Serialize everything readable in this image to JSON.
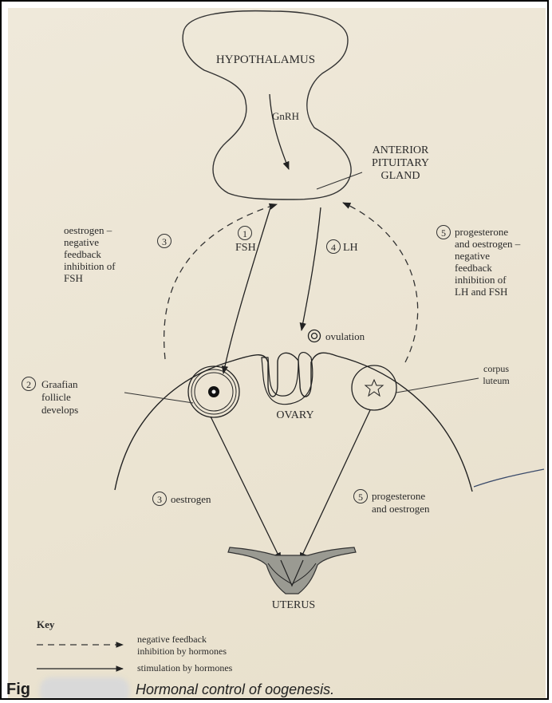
{
  "diagram": {
    "hypothalamus": "HYPOTHALAMUS",
    "gnrh": "GnRH",
    "anterior_pituitary": [
      "ANTERIOR",
      "PITUITARY",
      "GLAND"
    ],
    "steps": {
      "fsh": {
        "number": "1",
        "label": "FSH"
      },
      "graafian": {
        "number": "2",
        "label": [
          "Graafian",
          "follicle",
          "develops"
        ]
      },
      "oestrogen_feedback": {
        "number": "3",
        "label": [
          "oestrogen –",
          "negative",
          "feedback",
          "inhibition of",
          "FSH"
        ]
      },
      "oestrogen": {
        "number": "3",
        "label": "oestrogen"
      },
      "lh": {
        "number": "4",
        "label": "LH"
      },
      "prog_feedback": {
        "number": "5",
        "label": [
          "progesterone",
          "and oestrogen –",
          "negative",
          "feedback",
          "inhibition of",
          "LH and FSH"
        ]
      },
      "prog_oestrogen": {
        "number": "5",
        "label": [
          "progesterone",
          "and oestrogen"
        ]
      }
    },
    "ovulation": "ovulation",
    "ovary": "OVARY",
    "corpus_luteum": [
      "corpus",
      "luteum"
    ],
    "uterus": "UTERUS"
  },
  "key": {
    "title": "Key",
    "dashed": [
      "negative feedback",
      "inhibition by hormones"
    ],
    "solid": "stimulation by hormones"
  },
  "caption": {
    "fig": "Fig",
    "text": "Hormonal control of oogenesis."
  }
}
